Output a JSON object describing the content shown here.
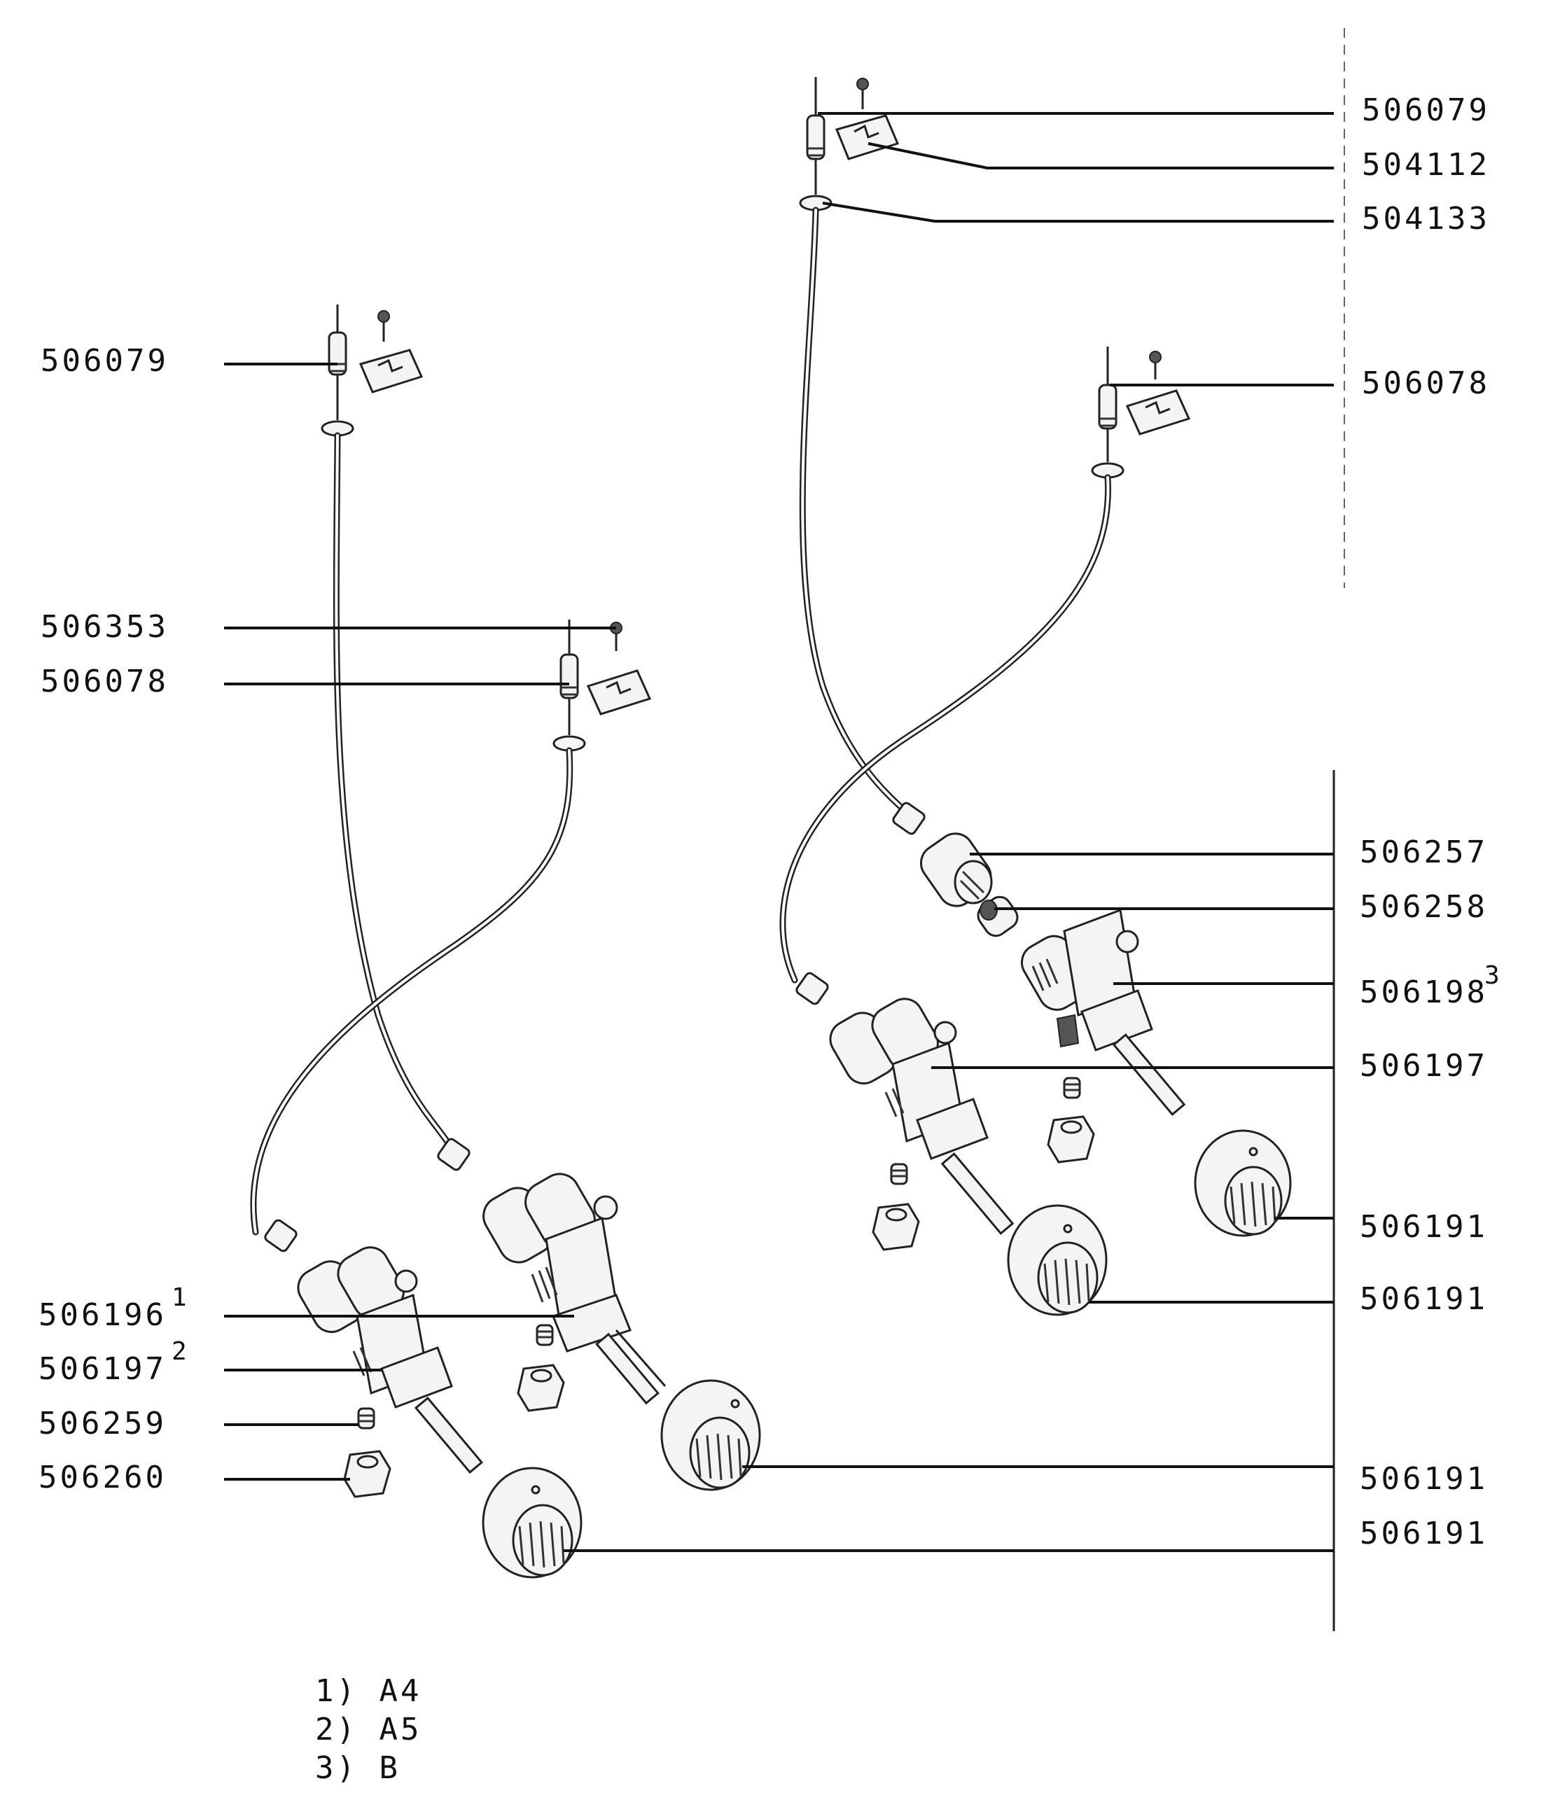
{
  "labels_left": {
    "l1": "506079",
    "l2": "506353",
    "l3": "506078",
    "l4": "506196",
    "l4_sup": "1",
    "l5": "506197",
    "l5_sup": "2",
    "l6": "506259",
    "l7": "506260"
  },
  "labels_right": {
    "r1": "506079",
    "r2": "504112",
    "r3": "504133",
    "r4": "506078",
    "r5": "506257",
    "r6": "506258",
    "r7": "506198",
    "r7_sup": "3",
    "r8": "506197",
    "r9": "506191",
    "r10": "506191",
    "r11": "506191",
    "r12": "506191"
  },
  "footnotes": {
    "n1": "1) A4",
    "n2": "2) A5",
    "n3": "3) B"
  }
}
